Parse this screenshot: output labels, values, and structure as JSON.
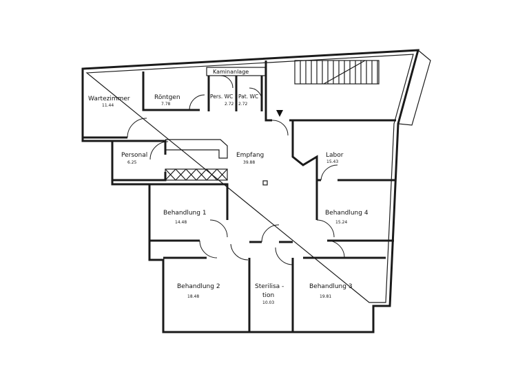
{
  "plan": {
    "rooms": [
      {
        "id": "wartezimmer",
        "name": "Wartezimmer",
        "area": "11.44"
      },
      {
        "id": "roentgen",
        "name": "Röntgen",
        "area": "7.78"
      },
      {
        "id": "kaminanlage",
        "name": "Kaminanlage",
        "area": ""
      },
      {
        "id": "pers-wc",
        "name": "Pers. WC",
        "area": "2.72"
      },
      {
        "id": "pat-wc",
        "name": "Pat. WC",
        "area": "2.72"
      },
      {
        "id": "personal",
        "name": "Personal",
        "area": "6.25"
      },
      {
        "id": "empfang",
        "name": "Empfang",
        "area": "39.88"
      },
      {
        "id": "labor",
        "name": "Labor",
        "area": "15.43"
      },
      {
        "id": "behandlung-1",
        "name": "Behandlung 1",
        "area": "14.48"
      },
      {
        "id": "behandlung-4",
        "name": "Behandlung 4",
        "area": "15.24"
      },
      {
        "id": "behandlung-2",
        "name": "Behandlung 2",
        "area": "18.48"
      },
      {
        "id": "sterilisation",
        "name": "Sterilisa -",
        "name2": "tion",
        "area": "10.03"
      },
      {
        "id": "behandlung-3",
        "name": "Behandlung 3",
        "area": "19.81"
      }
    ],
    "entrance_marker": "triangle-down-icon",
    "line_color": "#1a1a1a"
  }
}
